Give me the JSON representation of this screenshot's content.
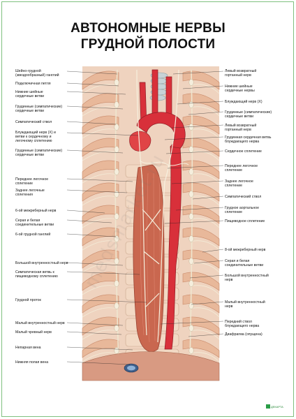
{
  "poster": {
    "title_line1": "АВТОНОМНЫЕ НЕРВЫ",
    "title_line2": "ГРУДНОЙ ПОЛОСТИ",
    "watermark": "medsmarket.ru",
    "publisher": "ДЕКАРТА"
  },
  "labels_left": [
    "Шейно-грудной\n(звездообразный) ганглий",
    "Подключичная петля",
    "Нижние шейные\nсердечные ветви",
    "Грудинные (симпатические)\nсердечные ветви",
    "Симпатический ствол",
    "Блуждающий нерв (X) и\nветви к сердечному и\nлегочному сплетению",
    "Грудинные (симпатические)\nсердечные ветви",
    "Переднее легочное\nсплетение",
    "Заднее легочные\nсплетения",
    "6-ой межреберный нерв",
    "Серая и белая\nсоединительные ветви",
    "6-ой грудной ганглий",
    "Большой внутренностный нерв",
    "Симпатическая ветвь к\nпищеводному сплетению",
    "Грудной проток",
    "Малый внутренностный нерв",
    "Малый чревный нерв",
    "Непарная вена",
    "Нижняя полая вена"
  ],
  "labels_right": [
    "Левый возвратный\nгортанный нерв",
    "Нижние шейные\nсердечные нервы",
    "Блуждающий нерв (X)",
    "Грудинные (симпатические)\nсердечные ветви",
    "Левый возвратный\nгортанный нерв",
    "Грудинная сердечная ветвь\nблуждающего нерва",
    "Сердечное сплетение",
    "Переднее легочное\nсплетение",
    "Заднее легочное\nсплетение",
    "Симпатический ствол",
    "Грудное аортальное\nсплетение",
    "Пищеводное сплетение",
    "8-ой межреберный нерв",
    "Серая и белая\nсоединительные ветви",
    "Большой внутренностный\nнерв",
    "Малый внутренностный\nнерв",
    "Передний ствол\nблуждающего нерва",
    "Диафрагма (опущена)"
  ],
  "colors": {
    "rib": "#e8b89a",
    "rib_dark": "#c98a6a",
    "vertebra": "#f2d9c4",
    "artery": "#d8303a",
    "esophagus": "#c9674f",
    "nerve": "#f3ecd8",
    "frame": "#7fc07f"
  }
}
